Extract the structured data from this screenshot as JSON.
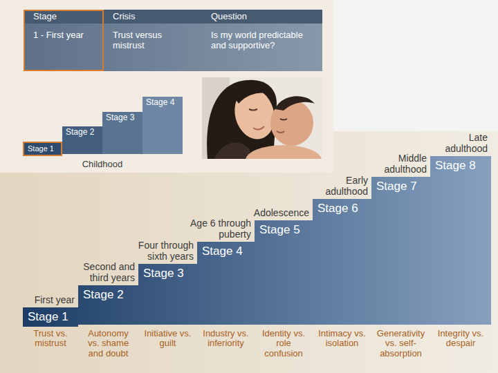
{
  "diagram": {
    "nodes": [
      {
        "text": [
          "Stage",
          "Crisis",
          "Question"
        ]
      },
      {
        "text": [
          "1 - First year",
          "Trust versus mistrust",
          "Is my world predictable and supportive?"
        ]
      },
      {
        "text": [
          "Stage 1"
        ]
      },
      {
        "text": [
          "Stage 2"
        ]
      },
      {
        "text": [
          "Stage 3"
        ]
      },
      {
        "text": [
          "Stage 4"
        ]
      },
      {
        "text": [
          "Stage 1"
        ]
      },
      {
        "text": [
          "Stage 2"
        ]
      },
      {
        "text": [
          "Stage 3"
        ]
      },
      {
        "text": [
          "Stage 4"
        ]
      },
      {
        "text": [
          "Stage 5"
        ]
      },
      {
        "text": [
          "Stage 6"
        ]
      },
      {
        "text": [
          "Stage 7"
        ]
      },
      {
        "text": [
          "Stage 8"
        ]
      }
    ],
    "labels": [
      "Childhood",
      "First year",
      "Second and third years",
      "Four through sixth years",
      "Age 6 through puberty",
      "Adolescence",
      "Early adulthood",
      "Middle adulthood",
      "Late adulthood",
      "Trust vs. mistrust",
      "Autonomy vs. shame and doubt",
      "Initiative vs. guilt",
      "Industry vs. inferiority",
      "Identity vs. role confusion",
      "Intimacy vs. isolation",
      "Generativity vs. self-absorption",
      "Integrity vs. despair"
    ]
  }
}
